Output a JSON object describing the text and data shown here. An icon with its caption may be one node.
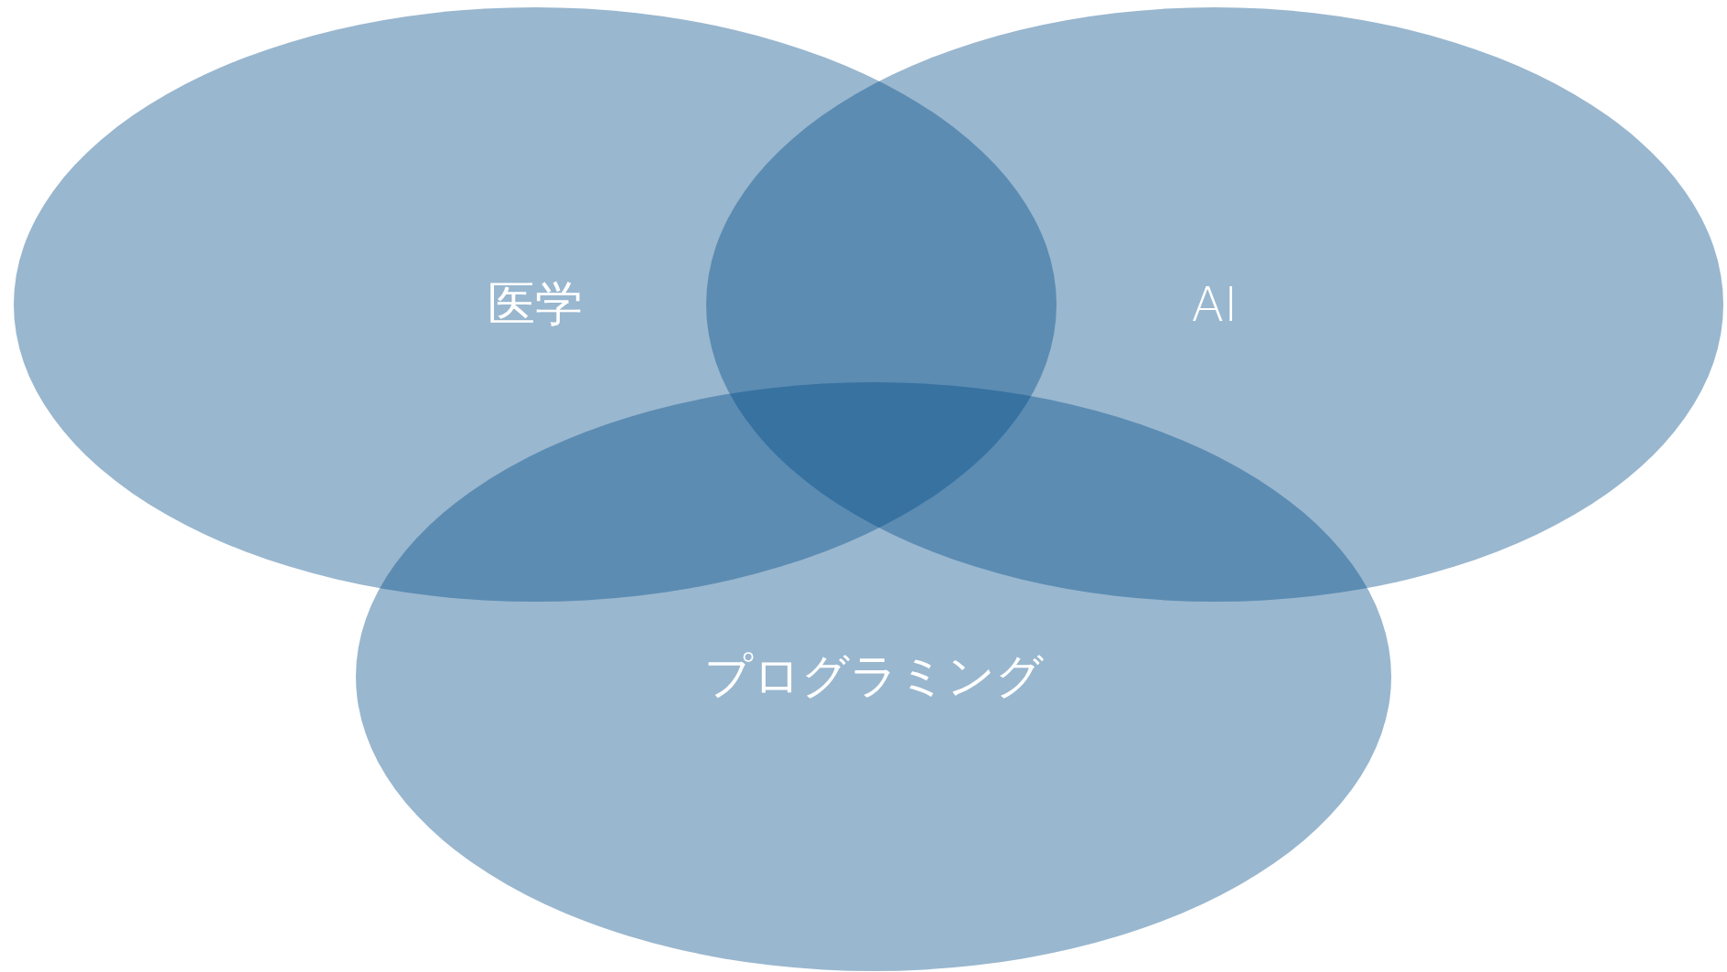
{
  "diagram": {
    "nodes": [
      {
        "text": [
          "医学"
        ]
      },
      {
        "text": [
          "AI"
        ]
      },
      {
        "text": [
          "プログラミング"
        ]
      }
    ],
    "edges": []
  }
}
